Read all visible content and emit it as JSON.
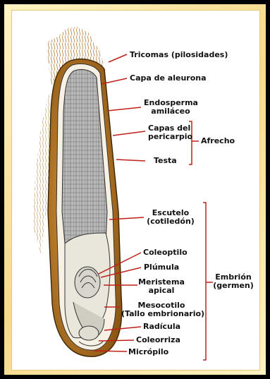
{
  "labels": {
    "tricomas": "Tricomas (pilosidades)",
    "aleurona": "Capa de aleurona",
    "endosperma_1": "Endosperma",
    "endosperma_2": "amiláceo",
    "pericarpio_1": "Capas del",
    "pericarpio_2": "pericarpio",
    "afrecho": "Afrecho",
    "testa": "Testa",
    "escutelo_1": "Escutelo",
    "escutelo_2": "(cotiledón)",
    "coleoptilo": "Coleoptilo",
    "plumula": "Plúmula",
    "meristema_1": "Meristema",
    "meristema_2": "apical",
    "mesocotilo_1": "Mesocotilo",
    "mesocotilo_2": "(Tallo embrionario)",
    "radicula": "Radícula",
    "coleorriza": "Coleorriza",
    "micropilo": "Micrópilo",
    "embrion_1": "Embrión",
    "embrion_2": "(germen)"
  },
  "colors": {
    "frame": "#000000",
    "mat": "#f7d98a",
    "leader": "#c0201a",
    "husk": "#b8741e",
    "endosperm": "#9a9a9a"
  }
}
